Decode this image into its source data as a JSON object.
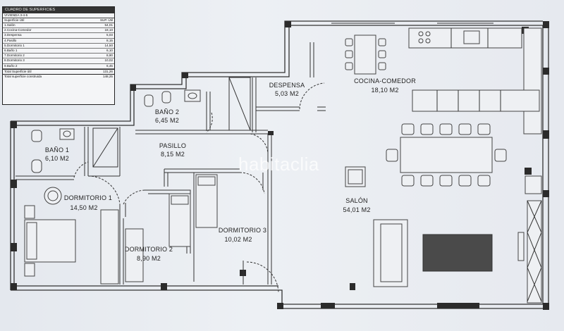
{
  "surface_table": {
    "title": "CUADRO DE SUPERFICIES",
    "subtitle": "VIVIENDA 3-4-5",
    "subheader_label": "Superficie Útil",
    "subheader_value": "SUP. Útil",
    "rows": [
      {
        "label": "1.Salón",
        "value": "54,01"
      },
      {
        "label": "2.Cocina-Comedor",
        "value": "18,10"
      },
      {
        "label": "3.Despensa",
        "value": "5,03"
      },
      {
        "label": "4.Pasillo",
        "value": "8,15"
      },
      {
        "label": "5.Dormitorio 1",
        "value": "14,50"
      },
      {
        "label": "6.Baño 1",
        "value": "6,10"
      },
      {
        "label": "7.Dormitorio 2",
        "value": "8,90"
      },
      {
        "label": "8.Dormitorio 3",
        "value": "10,02"
      },
      {
        "label": "9.Baño 2",
        "value": "6,45"
      }
    ],
    "total_useful_label": "Total Superficie útil",
    "total_useful_value": "131,26",
    "total_built_label": "Total superficie construida",
    "total_built_value": "148,25"
  },
  "rooms": [
    {
      "name": "DESPENSA",
      "area": "5,03 M2"
    },
    {
      "name": "COCINA-COMEDOR",
      "area": "18,10 M2"
    },
    {
      "name": "BAÑO 2",
      "area": "6,45 M2"
    },
    {
      "name": "PASILLO",
      "area": "8,15 M2"
    },
    {
      "name": "BAÑO 1",
      "area": "6,10 M2"
    },
    {
      "name": "DORMITORIO 1",
      "area": "14,50 M2"
    },
    {
      "name": "SALÓN",
      "area": "54,01 M2"
    },
    {
      "name": "DORMITORIO 3",
      "area": "10,02 M2"
    },
    {
      "name": "DORMITORIO 2",
      "area": "8,90 M2"
    }
  ],
  "watermark": "habitaclia"
}
